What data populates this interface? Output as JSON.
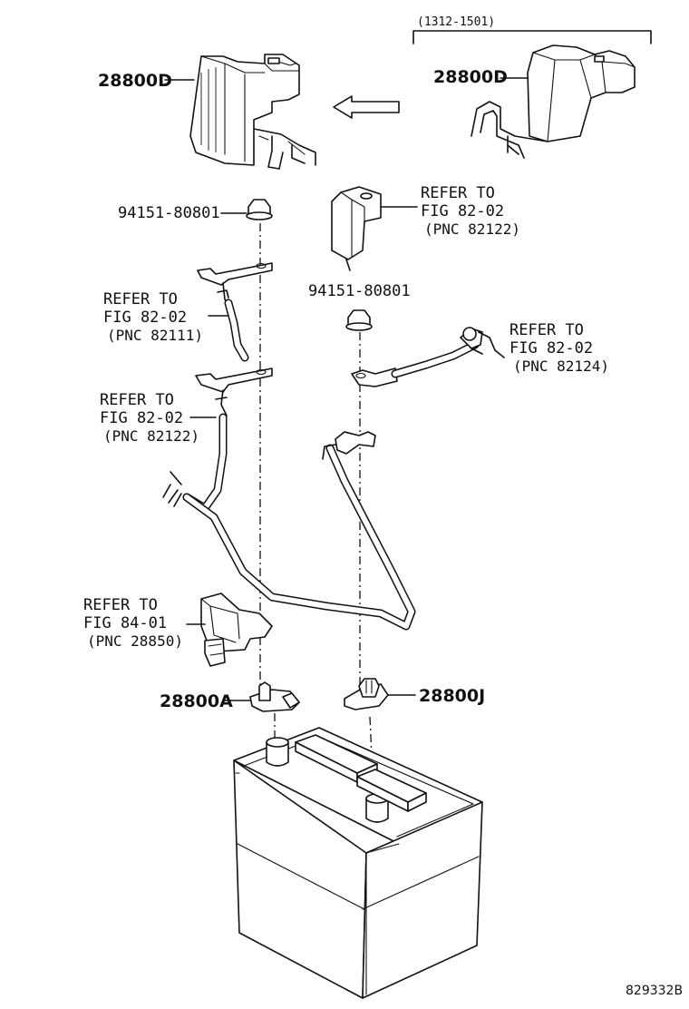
{
  "date_range": "(1312-1501)",
  "parts": {
    "cover_left": "28800D",
    "cover_right": "28800D",
    "nut_left": "94151-80801",
    "nut_right": "94151-80801",
    "terminal_neg": "28800A",
    "terminal_pos": "28800J"
  },
  "refs": [
    {
      "line1": "REFER TO",
      "line2": "FIG 82-02",
      "line3": "(PNC 82122)"
    },
    {
      "line1": "REFER TO",
      "line2": "FIG 82-02",
      "line3": "(PNC 82111)"
    },
    {
      "line1": "REFER TO",
      "line2": "FIG 82-02",
      "line3": "(PNC 82124)"
    },
    {
      "line1": "REFER TO",
      "line2": "FIG 82-02",
      "line3": "(PNC 82122)"
    },
    {
      "line1": "REFER TO",
      "line2": "FIG 84-01",
      "line3": "(PNC 28850)"
    }
  ],
  "figure_code": "829332B"
}
